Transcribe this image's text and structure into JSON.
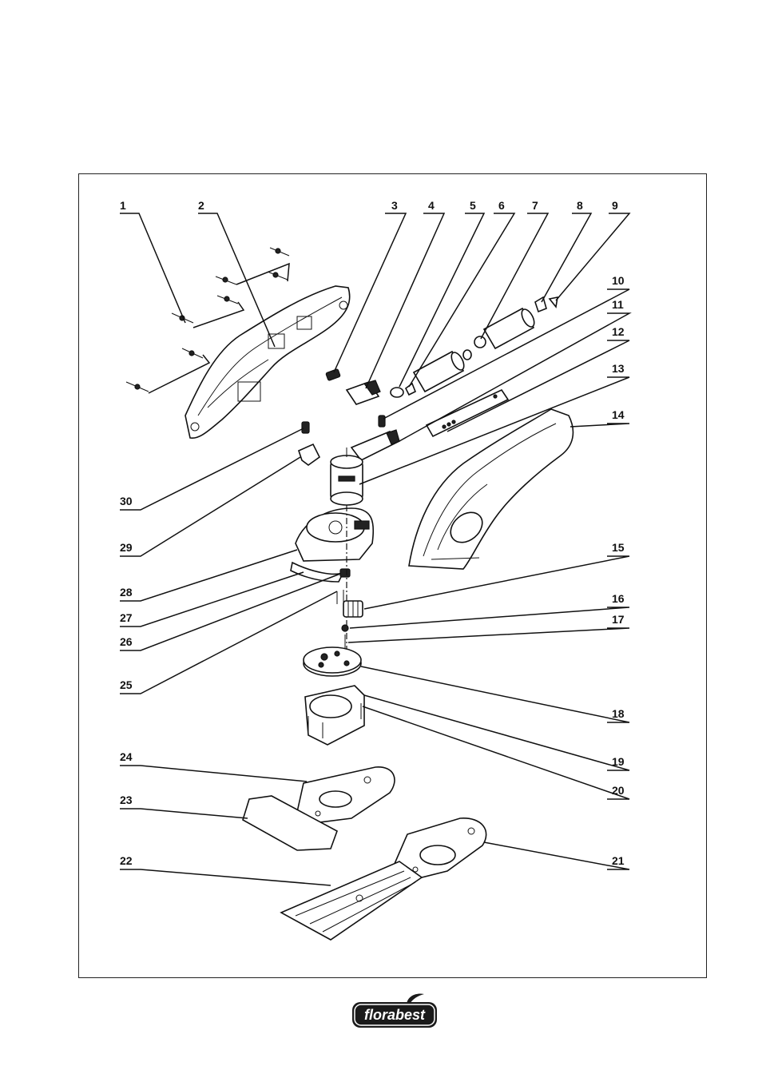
{
  "diagram": {
    "callouts": [
      {
        "id": "1",
        "label": "1"
      },
      {
        "id": "2",
        "label": "2"
      },
      {
        "id": "3",
        "label": "3"
      },
      {
        "id": "4",
        "label": "4"
      },
      {
        "id": "5",
        "label": "5"
      },
      {
        "id": "6",
        "label": "6"
      },
      {
        "id": "7",
        "label": "7"
      },
      {
        "id": "8",
        "label": "8"
      },
      {
        "id": "9",
        "label": "9"
      },
      {
        "id": "10",
        "label": "10"
      },
      {
        "id": "11",
        "label": "11"
      },
      {
        "id": "12",
        "label": "12"
      },
      {
        "id": "13",
        "label": "13"
      },
      {
        "id": "14",
        "label": "14"
      },
      {
        "id": "15",
        "label": "15"
      },
      {
        "id": "16",
        "label": "16"
      },
      {
        "id": "17",
        "label": "17"
      },
      {
        "id": "18",
        "label": "18"
      },
      {
        "id": "19",
        "label": "19"
      },
      {
        "id": "20",
        "label": "20"
      },
      {
        "id": "21",
        "label": "21"
      },
      {
        "id": "22",
        "label": "22"
      },
      {
        "id": "23",
        "label": "23"
      },
      {
        "id": "24",
        "label": "24"
      },
      {
        "id": "25",
        "label": "25"
      },
      {
        "id": "26",
        "label": "26"
      },
      {
        "id": "27",
        "label": "27"
      },
      {
        "id": "28",
        "label": "28"
      },
      {
        "id": "29",
        "label": "29"
      },
      {
        "id": "30",
        "label": "30"
      }
    ]
  },
  "brand": {
    "logo_text": "florabest",
    "color": "#1a1a1a"
  }
}
